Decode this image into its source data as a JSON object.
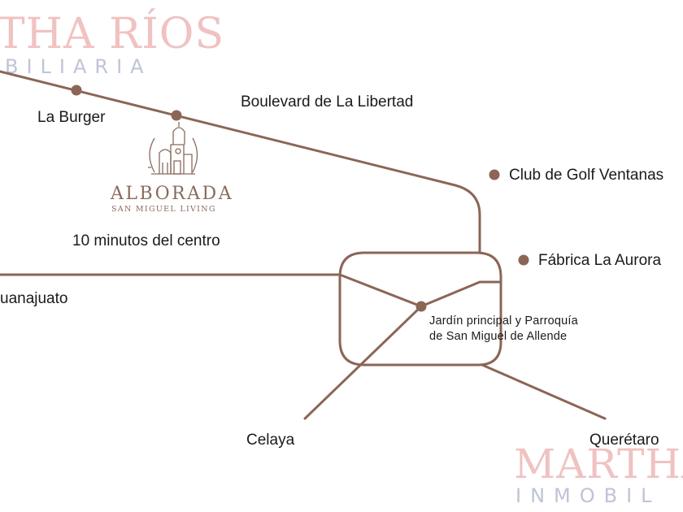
{
  "watermarks": {
    "top_name": "THA RÍOS",
    "top_sub": "BILIARIA",
    "bottom_name": "MARTHA",
    "bottom_sub": "INMOBIL"
  },
  "brand": {
    "name": "ALBORADA",
    "tagline": "SAN MIGUEL LIVING"
  },
  "labels": {
    "la_burger": "La Burger",
    "boulevard": "Boulevard de La Libertad",
    "club_golf": "Club de Golf Ventanas",
    "fabrica": "Fábrica La Aurora",
    "distance_note": "10 minutos del centro",
    "guanajuato": "uanajuato",
    "jardin_line1": "Jardín principal y Parroquía",
    "jardin_line2": "de San Miguel de Allende",
    "celaya": "Celaya",
    "queretaro": "Querétaro"
  },
  "colors": {
    "road": "#8b6556",
    "dot": "#8b6556",
    "text": "#1a1a1a",
    "watermark_red": "#f0c2c2",
    "watermark_blue": "#bfc4d6",
    "brand": "#8a6a5c"
  },
  "icons": {
    "poi_marker": "circle-dot",
    "brand_logo": "building-arch-logo"
  }
}
